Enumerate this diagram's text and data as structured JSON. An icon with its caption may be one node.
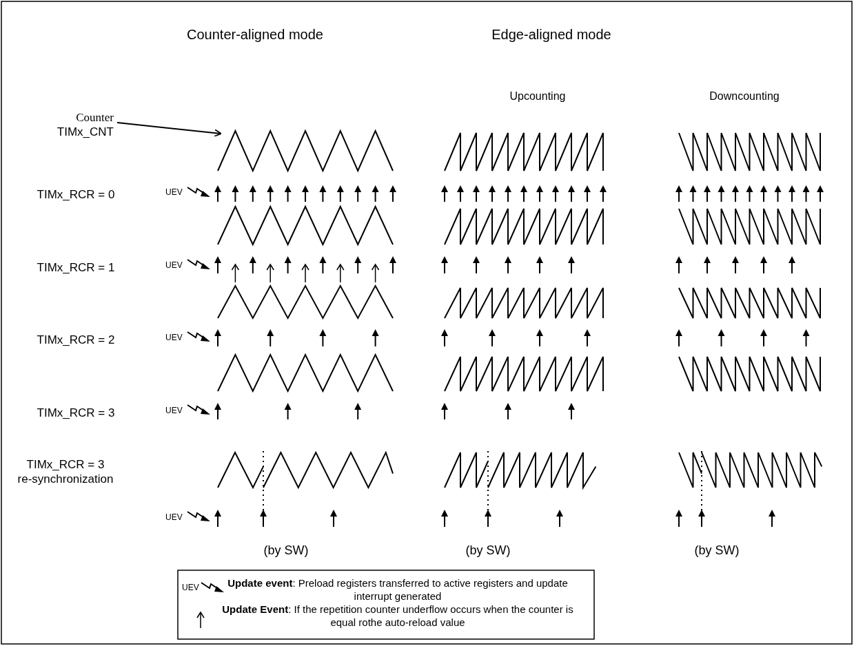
{
  "diagram": {
    "nodes": [
      {
        "text": [
          "Counter",
          "TIMx_CNT"
        ]
      },
      {
        "text": [],
        "shape": "picture"
      }
    ],
    "edges": [
      {
        "from": 0,
        "to": 1,
        "arrow": "to"
      }
    ],
    "labels": [
      "Counter-aligned mode",
      "Edge-aligned mode",
      "Upcounting",
      "Downcounting",
      "TIMx_RCR = 0",
      "UEV",
      "TIMx_RCR = 1",
      "UEV",
      "TIMx_RCR = 2",
      "UEV",
      "TIMx_RCR = 3",
      "UEV",
      "TIMx_RCR = 3 re-synchronization",
      "UEV",
      "(by SW)",
      "(by SW)",
      "(by SW)",
      "UEV"
    ],
    "legend": [
      {
        "text": "**Update event**: Preload registers transferred to active registers and update interrupt generated"
      },
      {
        "text": "**Update Event**: If the repetition counter underflow occurs when the counter is equal rothe auto-reload value"
      }
    ]
  }
}
